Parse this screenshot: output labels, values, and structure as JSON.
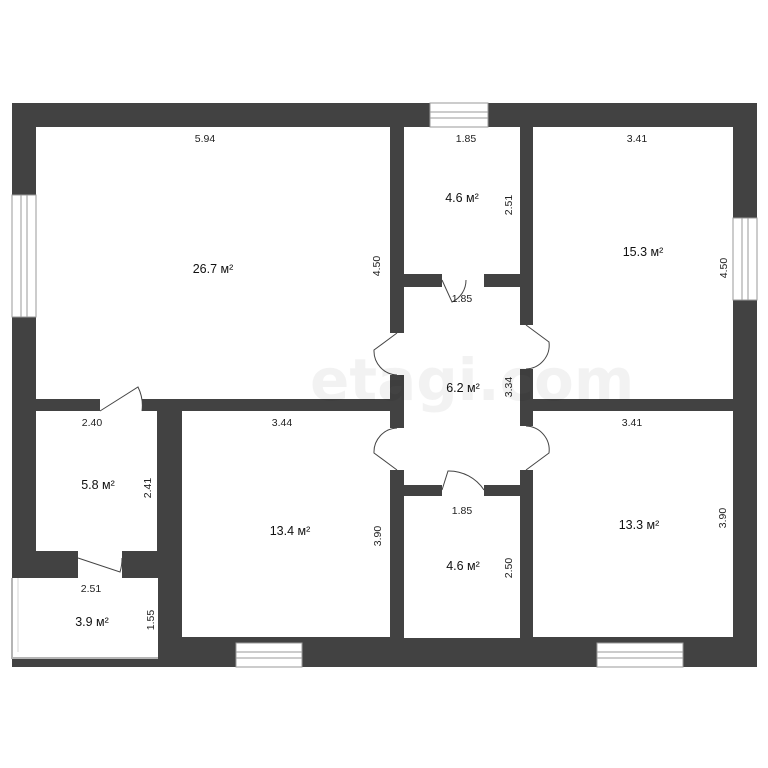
{
  "colors": {
    "wall": "#424242",
    "floor": "#ffffff",
    "window": "#ffffff",
    "door": "#444444"
  },
  "watermark": "etagi.com",
  "rooms": {
    "living_room": {
      "area": "26.7 м²",
      "width": "5.94",
      "depth": "4.50"
    },
    "small_room_top": {
      "area": "4.6 м²",
      "width": "1.85",
      "depth": "2.51"
    },
    "bedroom_top_right": {
      "area": "15.3 м²",
      "width": "3.41",
      "depth": "4.50"
    },
    "hallway": {
      "area": "6.2 м²",
      "width": "1.85",
      "depth": "3.34"
    },
    "room_left_small": {
      "area": "5.8 м²",
      "width": "2.40",
      "depth": "2.41"
    },
    "room_bottom_middle_left": {
      "area": "13.4 м²",
      "width": "3.44",
      "depth": "3.90"
    },
    "small_room_bottom": {
      "area": "4.6 м²",
      "width": "1.85",
      "depth": "2.50"
    },
    "bedroom_bottom_right": {
      "area": "13.3 м²",
      "width": "3.41",
      "depth": "3.90"
    },
    "balcony": {
      "area": "3.9 м²",
      "width": "2.51",
      "depth": "1.55"
    }
  }
}
